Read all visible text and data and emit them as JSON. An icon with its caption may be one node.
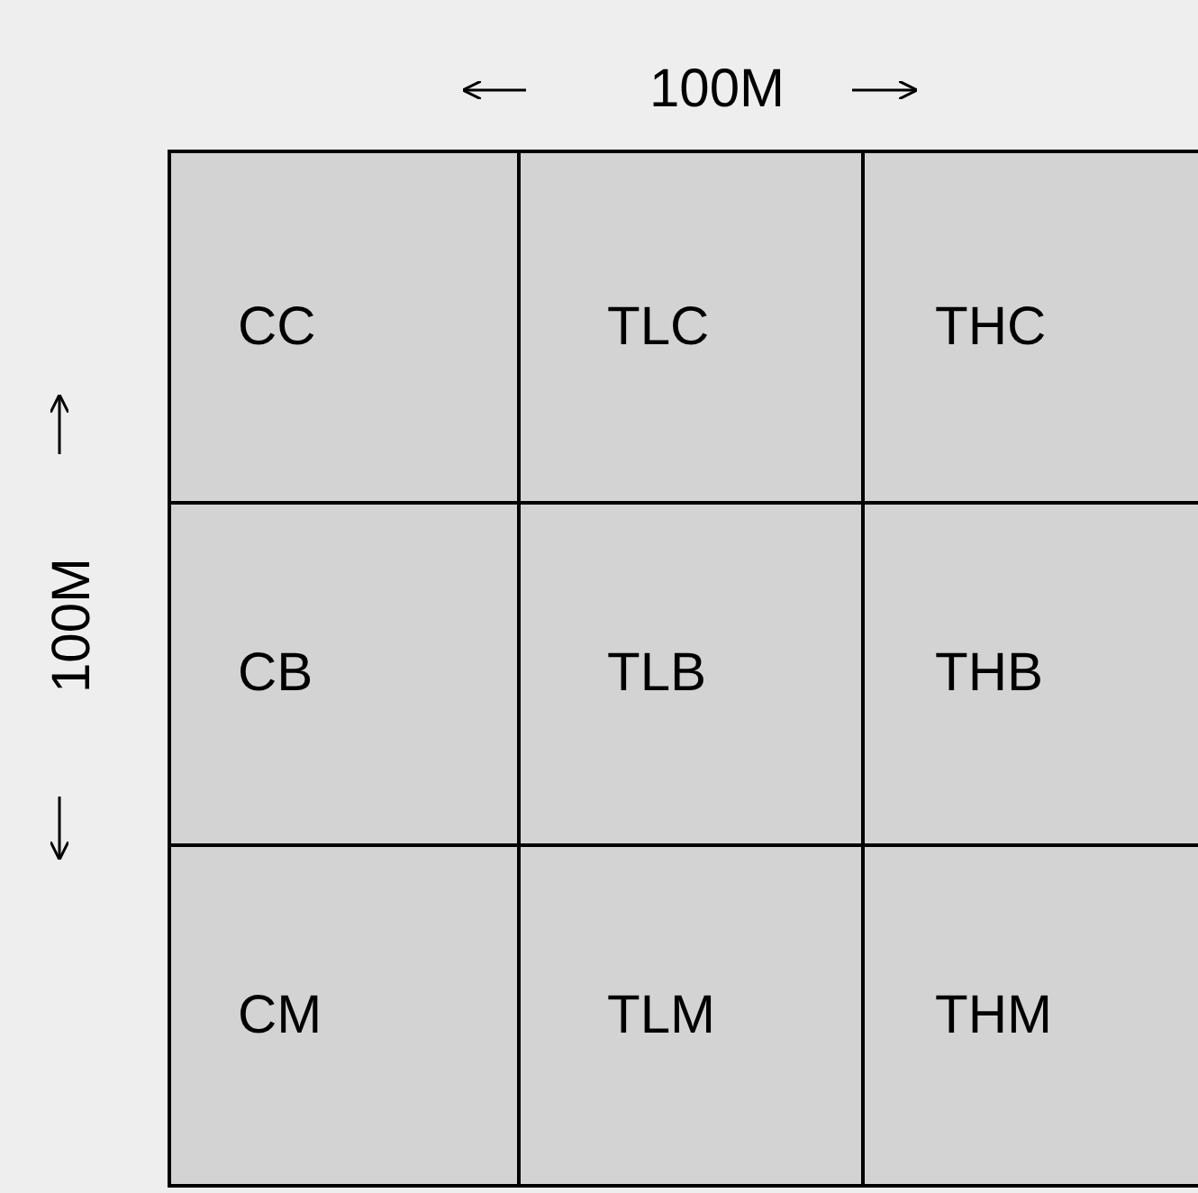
{
  "diagram": {
    "nodes": [
      {
        "text": [
          "CC"
        ]
      },
      {
        "text": [
          "TLC"
        ]
      },
      {
        "text": [
          "THC"
        ]
      },
      {
        "text": [
          "CB"
        ]
      },
      {
        "text": [
          "TLB"
        ]
      },
      {
        "text": [
          "THB"
        ]
      },
      {
        "text": [
          "CM"
        ]
      },
      {
        "text": [
          "TLM"
        ]
      },
      {
        "text": [
          "THM"
        ]
      }
    ],
    "edges": [],
    "labels": [
      "100M",
      "100M"
    ]
  }
}
